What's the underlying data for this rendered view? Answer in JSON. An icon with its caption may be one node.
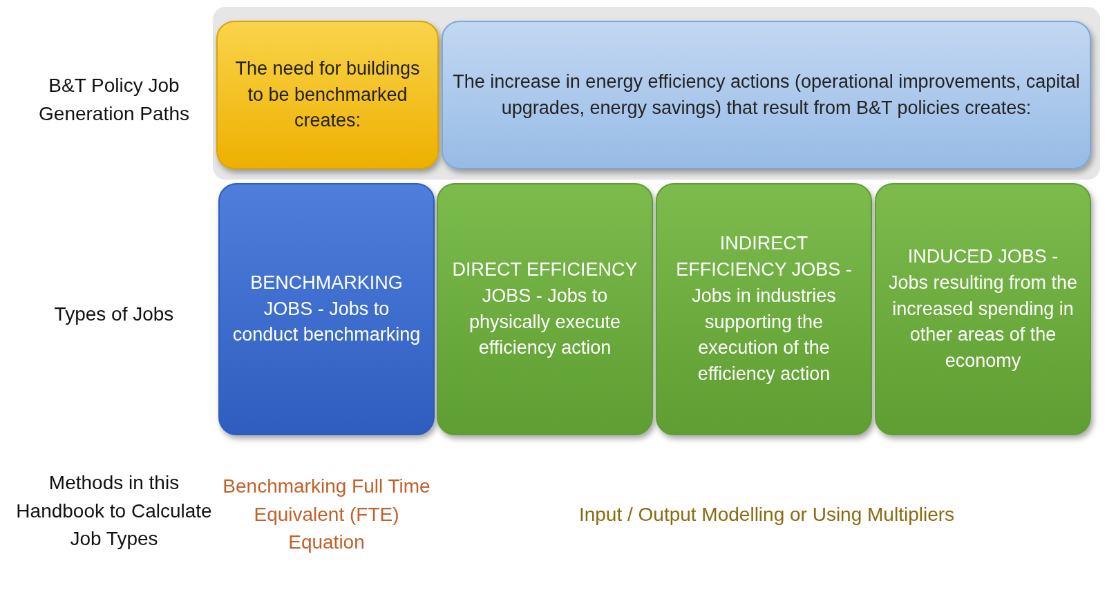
{
  "diagram": {
    "nodes": [
      {
        "text": [
          "The need for buildings to be benchmarked creates:"
        ]
      },
      {
        "text": [
          "The increase in energy efficiency actions (operational improvements, capital upgrades, energy savings) that result from B&T policies creates:"
        ]
      },
      {
        "text": [
          "BENCHMARKING JOBS - Jobs to conduct benchmarking"
        ]
      },
      {
        "text": [
          "DIRECT EFFICIENCY JOBS - Jobs to physically execute efficiency action"
        ]
      },
      {
        "text": [
          "INDIRECT EFFICIENCY JOBS - Jobs in industries supporting the execution of the efficiency action"
        ]
      },
      {
        "text": [
          "INDUCED JOBS - Jobs resulting from the increased spending in other areas of the economy"
        ]
      }
    ],
    "labels": [
      "B&T Policy Job Generation Paths",
      "Types of Jobs",
      "Methods in this Handbook to Calculate Job Types",
      "Benchmarking Full Time Equivalent (FTE) Equation",
      "Input / Output Modelling or Using Multipliers"
    ]
  }
}
